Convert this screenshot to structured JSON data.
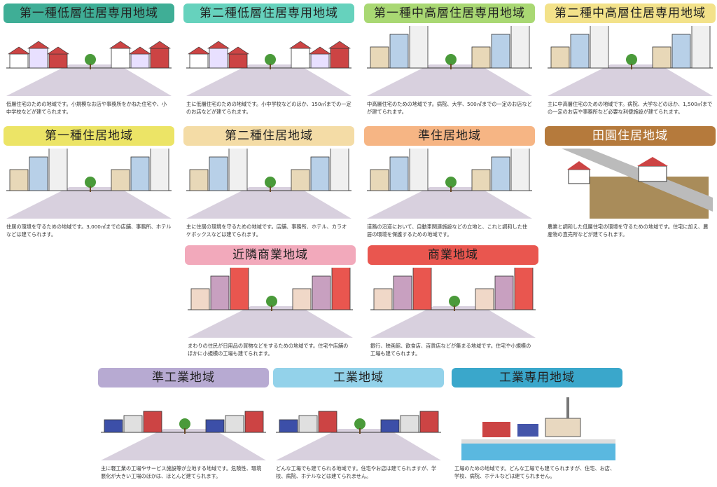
{
  "zones": [
    {
      "title": "第一種低層住居専用地域",
      "color": "#3fae96",
      "text_color": "#222",
      "desc": "低層住宅のための地域です。小規模なお店や事務所をかねた住宅や、小中学校などが建てられます。"
    },
    {
      "title": "第二種低層住居専用地域",
      "color": "#66d2bd",
      "text_color": "#222",
      "desc": "主に低層住宅のための地域です。小中学校などのほか、150㎡までの一定のお店などが建てられます。"
    },
    {
      "title": "第一種中高層住居専用地域",
      "color": "#a9d873",
      "text_color": "#222",
      "desc": "中高層住宅のための地域です。病院、大学、500㎡までの一定のお店などが建てられます。"
    },
    {
      "title": "第二種中高層住居専用地域",
      "color": "#f3e28a",
      "text_color": "#222",
      "desc": "主に中高層住宅のための地域です。病院、大学などのほか、1,500㎡までの一定のお店や事務所など必要な利便施設が建てられます。"
    },
    {
      "title": "第一種住居地域",
      "color": "#ece466",
      "text_color": "#222",
      "desc": "住居の環境を守るための地域です。3,000㎡までの店舗、事務所、ホテルなどは建てられます。"
    },
    {
      "title": "第二種住居地域",
      "color": "#f4dca6",
      "text_color": "#222",
      "desc": "主に住居の環境を守るための地域です。店舗、事務所、ホテル、カラオケボックスなどは建てられます。"
    },
    {
      "title": "準住居地域",
      "color": "#f6b584",
      "text_color": "#222",
      "desc": "道路の沿道において、自動車関連施設などの立地と、これと調和した住居の環境を保護するための地域です。"
    },
    {
      "title": "田園住居地域",
      "color": "#b57a3c",
      "text_color": "#fff",
      "desc": "農業と調和した低層住宅の環境を守るための地域です。住宅に加え、農産物の直売所などが建てられます。"
    },
    {
      "title": "近隣商業地域",
      "color": "#f2a9bb",
      "text_color": "#222",
      "desc": "まわりの住民が日用品の買物などをするための地域です。住宅や店舗のほかに小規模の工場も建てられます。"
    },
    {
      "title": "商業地域",
      "color": "#e9564f",
      "text_color": "#222",
      "desc": "銀行、映画館、飲食店、百貨店などが集まる地域です。住宅や小規模の工場も建てられます。"
    },
    {
      "title": "準工業地域",
      "color": "#b7aad2",
      "text_color": "#222",
      "desc": "主に軽工業の工場やサービス施設等が立地する地域です。危険性、環境悪化が大きい工場のほかは、ほとんど建てられます。"
    },
    {
      "title": "工業地域",
      "color": "#93d2ea",
      "text_color": "#222",
      "desc": "どんな工場でも建てられる地域です。住宅やお店は建てられますが、学校、病院、ホテルなどは建てられません。"
    },
    {
      "title": "工業専用地域",
      "color": "#3aa7cb",
      "text_color": "#222",
      "desc": "工場のための地域です。どんな工場でも建てられますが、住宅、お店、学校、病院、ホテルなどは建てられません。"
    }
  ]
}
